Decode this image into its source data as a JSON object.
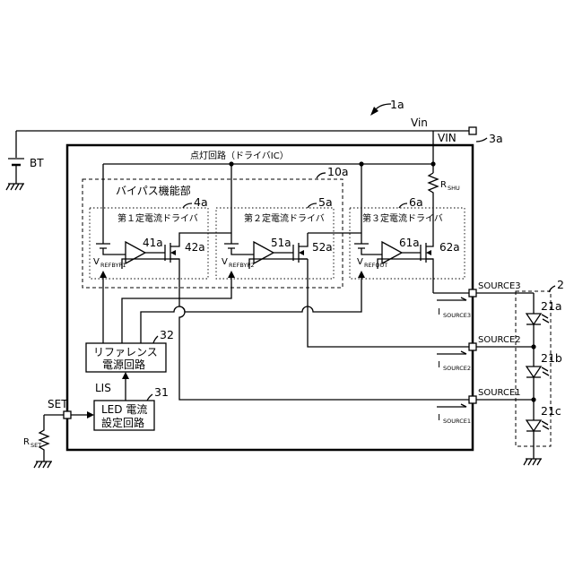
{
  "figure": {
    "ref_system": "1a",
    "battery": "BT",
    "vin_line": "Vin",
    "vin_pin": "VIN",
    "ref_ic": "3a",
    "ic_title": "点灯回路（ドライバIC）",
    "ref_bypass": "10a",
    "bypass_title": "バイパス機能部",
    "rshu_main": "R",
    "rshu_sub": "SHU",
    "drivers": [
      {
        "ref": "4a",
        "title": "第１定電流ドライバ",
        "amp": "41a",
        "fet": "42a",
        "v": "V",
        "v_sub": "REFBYP1"
      },
      {
        "ref": "5a",
        "title": "第２定電流ドライバ",
        "amp": "51a",
        "fet": "52a",
        "v": "V",
        "v_sub": "REFBYP2"
      },
      {
        "ref": "6a",
        "title": "第３定電流ドライバ",
        "amp": "61a",
        "fet": "62a",
        "v": "V",
        "v_sub": "REFOUT"
      }
    ],
    "ref_source_block": "32",
    "source_block_line1": "リファレンス",
    "source_block_line2": "電源回路",
    "lis": "LIS",
    "ref_setting_block": "31",
    "setting_block_line1": "LED 電流",
    "setting_block_line2": "設定回路",
    "set_pin": "SET",
    "rset_main": "R",
    "rset_sub": "SET",
    "sources": [
      {
        "pin": "SOURCE3",
        "i": "I",
        "i_sub": "SOURCE3"
      },
      {
        "pin": "SOURCE2",
        "i": "I",
        "i_sub": "SOURCE2"
      },
      {
        "pin": "SOURCE1",
        "i": "I",
        "i_sub": "SOURCE1"
      }
    ],
    "ref_led_module": "2",
    "leds": [
      "21a",
      "21b",
      "21c"
    ]
  }
}
